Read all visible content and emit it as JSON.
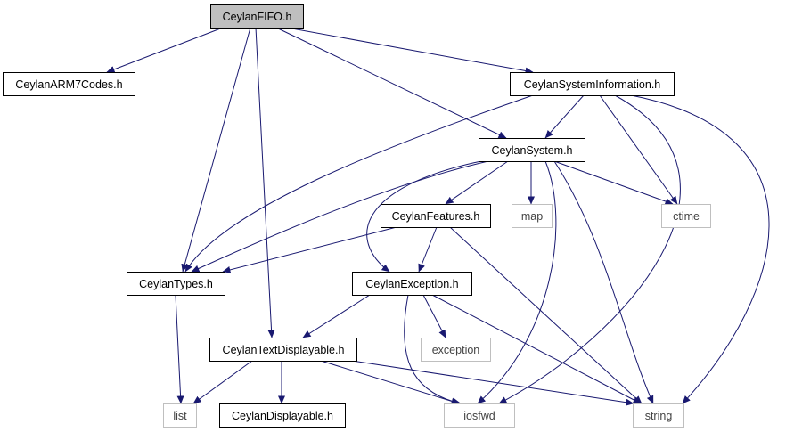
{
  "diagram": {
    "kind": "include-dependency-graph",
    "colors": {
      "edge": "#191970",
      "focus_fill": "#bfbfbf",
      "node_border": "#000000",
      "system_border": "#bfbfbf",
      "background": "#ffffff"
    },
    "nodes": [
      {
        "id": "fifo",
        "label": "CeylanFIFO.h",
        "style": "focus"
      },
      {
        "id": "arm7",
        "label": "CeylanARM7Codes.h",
        "style": "normal"
      },
      {
        "id": "sysinfo",
        "label": "CeylanSystemInformation.h",
        "style": "normal"
      },
      {
        "id": "system",
        "label": "CeylanSystem.h",
        "style": "normal"
      },
      {
        "id": "features",
        "label": "CeylanFeatures.h",
        "style": "normal"
      },
      {
        "id": "map",
        "label": "map",
        "style": "system"
      },
      {
        "id": "ctime",
        "label": "ctime",
        "style": "system"
      },
      {
        "id": "types",
        "label": "CeylanTypes.h",
        "style": "normal"
      },
      {
        "id": "exception_h",
        "label": "CeylanException.h",
        "style": "normal"
      },
      {
        "id": "exception",
        "label": "exception",
        "style": "system"
      },
      {
        "id": "textdisp",
        "label": "CeylanTextDisplayable.h",
        "style": "normal"
      },
      {
        "id": "list",
        "label": "list",
        "style": "system"
      },
      {
        "id": "displayable",
        "label": "CeylanDisplayable.h",
        "style": "normal"
      },
      {
        "id": "iosfwd",
        "label": "iosfwd",
        "style": "system"
      },
      {
        "id": "string",
        "label": "string",
        "style": "system"
      }
    ],
    "edges": [
      {
        "from": "fifo",
        "to": "arm7"
      },
      {
        "from": "fifo",
        "to": "sysinfo"
      },
      {
        "from": "fifo",
        "to": "system"
      },
      {
        "from": "fifo",
        "to": "types"
      },
      {
        "from": "fifo",
        "to": "textdisp"
      },
      {
        "from": "sysinfo",
        "to": "system"
      },
      {
        "from": "sysinfo",
        "to": "types"
      },
      {
        "from": "sysinfo",
        "to": "ctime"
      },
      {
        "from": "sysinfo",
        "to": "iosfwd"
      },
      {
        "from": "sysinfo",
        "to": "string"
      },
      {
        "from": "system",
        "to": "features"
      },
      {
        "from": "system",
        "to": "map"
      },
      {
        "from": "system",
        "to": "ctime"
      },
      {
        "from": "system",
        "to": "types"
      },
      {
        "from": "system",
        "to": "exception_h"
      },
      {
        "from": "system",
        "to": "iosfwd"
      },
      {
        "from": "system",
        "to": "string"
      },
      {
        "from": "features",
        "to": "types"
      },
      {
        "from": "features",
        "to": "exception_h"
      },
      {
        "from": "features",
        "to": "string"
      },
      {
        "from": "types",
        "to": "list"
      },
      {
        "from": "exception_h",
        "to": "textdisp"
      },
      {
        "from": "exception_h",
        "to": "exception"
      },
      {
        "from": "exception_h",
        "to": "iosfwd"
      },
      {
        "from": "exception_h",
        "to": "string"
      },
      {
        "from": "textdisp",
        "to": "list"
      },
      {
        "from": "textdisp",
        "to": "displayable"
      },
      {
        "from": "textdisp",
        "to": "iosfwd"
      },
      {
        "from": "textdisp",
        "to": "string"
      }
    ]
  }
}
